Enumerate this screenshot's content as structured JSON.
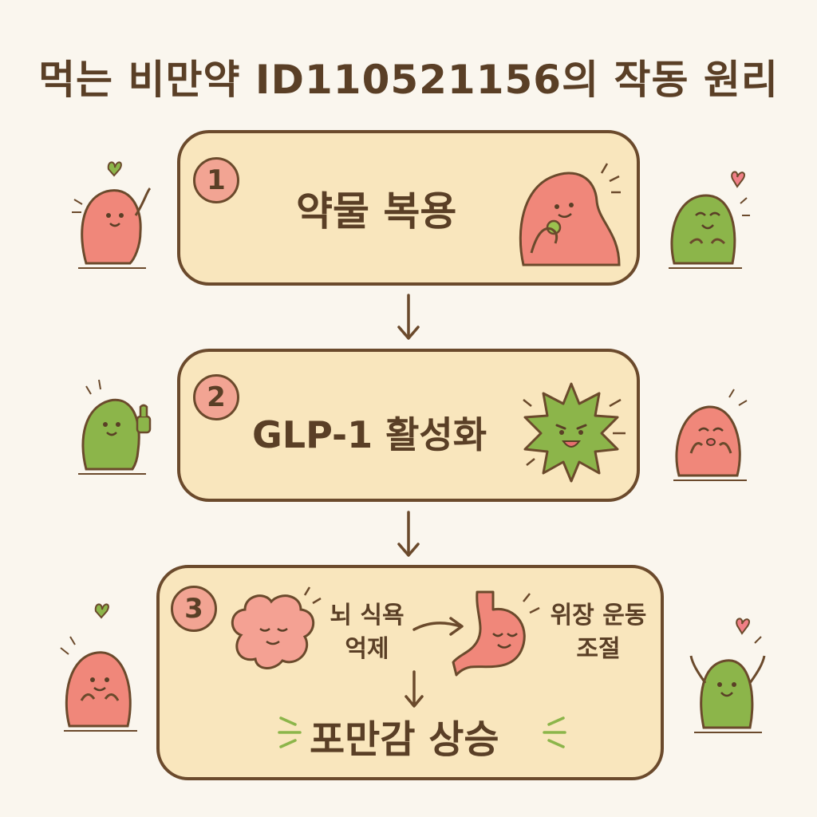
{
  "title": "먹는 비만약 ID110521156의 작동 원리",
  "steps": [
    {
      "number": "1",
      "label": "약물 복용"
    },
    {
      "number": "2",
      "label": "GLP-1 활성화"
    },
    {
      "number": "3",
      "brain_label_line1": "뇌 식욕",
      "brain_label_line2": "억제",
      "stomach_label_line1": "위장 운동",
      "stomach_label_line2": "조절",
      "result": "포만감 상승"
    }
  ],
  "colors": {
    "background": "#faf6ee",
    "box_fill": "#f9e6bd",
    "outline": "#6b4a2c",
    "coral": "#f0877a",
    "green": "#8cb54a",
    "heart": "#f07f86",
    "badge": "#f2a493"
  },
  "icons": [
    "pill-eating-blob-icon",
    "spiky-glp1-icon",
    "brain-icon",
    "stomach-icon",
    "heart-icon",
    "cheering-blob-icon"
  ]
}
